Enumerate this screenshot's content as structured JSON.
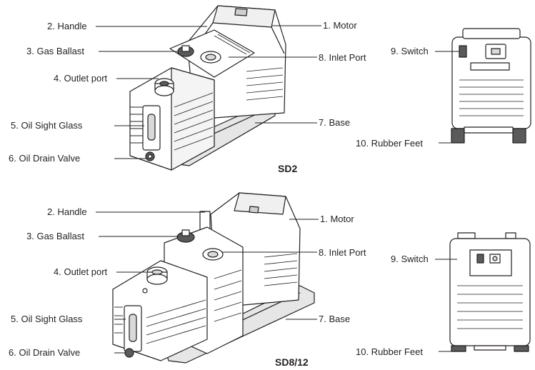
{
  "colors": {
    "line": "#231f20",
    "body": "#ffffff",
    "shade": "#d9d9d9",
    "dark": "#5a5a5a"
  },
  "sd2": {
    "title": "SD2",
    "labels": {
      "handle": "2. Handle",
      "gas_ballast": "3. Gas Ballast",
      "outlet_port": "4. Outlet port",
      "oil_sight_glass": "5. Oil Sight Glass",
      "oil_drain_valve": "6. Oil Drain Valve",
      "motor": "1. Motor",
      "inlet_port": "8. Inlet Port",
      "base": "7. Base",
      "switch": "9. Switch",
      "rubber_feet": "10. Rubber Feet"
    }
  },
  "sd812": {
    "title": "SD8/12",
    "labels": {
      "handle": "2. Handle",
      "gas_ballast": "3. Gas Ballast",
      "outlet_port": "4. Outlet port",
      "oil_sight_glass": "5. Oil Sight Glass",
      "oil_drain_valve": "6. Oil Drain Valve",
      "motor": "1. Motor",
      "inlet_port": "8. Inlet Port",
      "base": "7. Base",
      "switch": "9. Switch",
      "rubber_feet": "10. Rubber Feet"
    }
  }
}
